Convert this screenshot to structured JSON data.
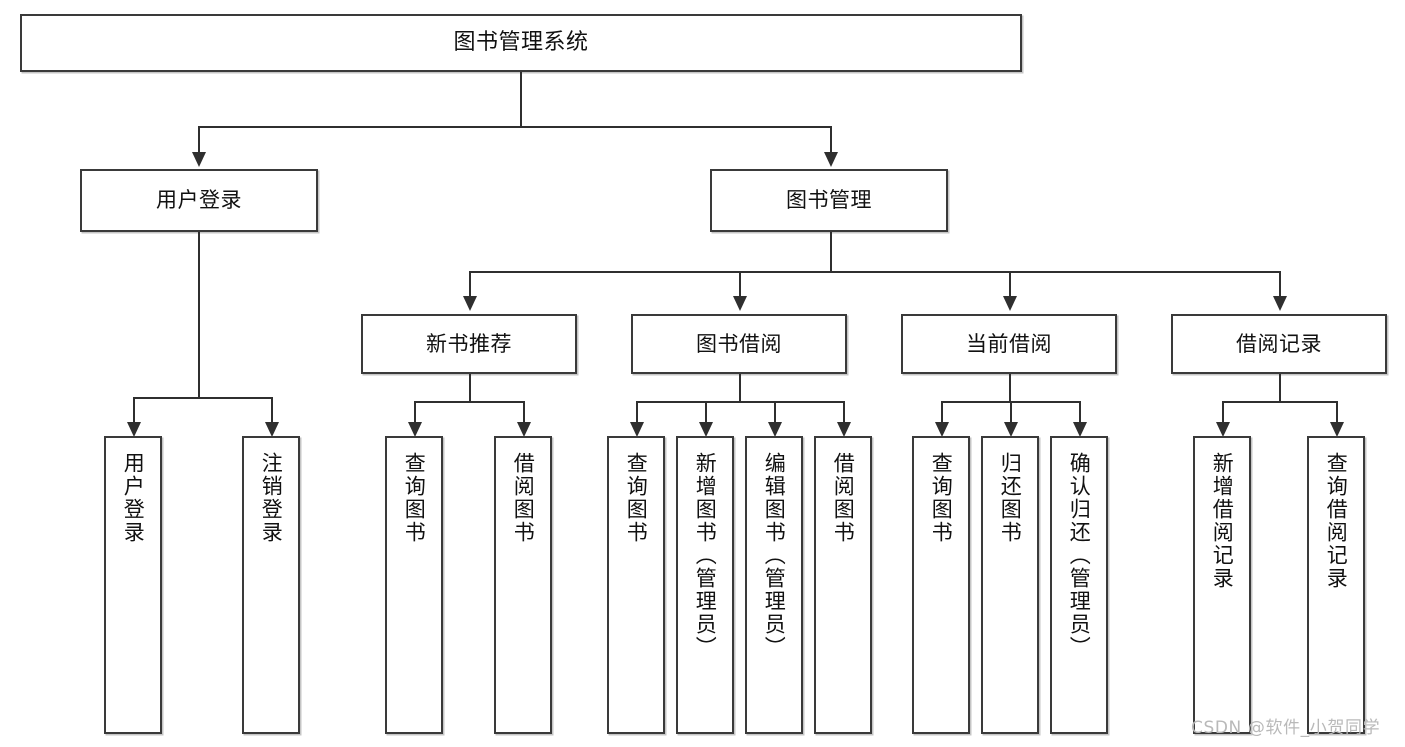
{
  "diagram": {
    "type": "tree",
    "title": "图书管理系统",
    "watermark": "CSDN @软件_小贺同学",
    "colors": {
      "box_border": "#3a3a3a",
      "connector": "#2f2f2f",
      "background": "#ffffff",
      "text": "#111111",
      "watermark": "#b9b9b9"
    },
    "root": {
      "label": "图书管理系统"
    },
    "level2": [
      {
        "label": "用户登录"
      },
      {
        "label": "图书管理"
      }
    ],
    "level3": [
      {
        "label": "新书推荐"
      },
      {
        "label": "图书借阅"
      },
      {
        "label": "当前借阅"
      },
      {
        "label": "借阅记录"
      }
    ],
    "leaves": {
      "user_login": [
        {
          "label": "用户登录"
        },
        {
          "label": "注销登录"
        }
      ],
      "new_book": [
        {
          "label": "查询图书"
        },
        {
          "label": "借阅图书"
        }
      ],
      "book_borrow": [
        {
          "label": "查询图书"
        },
        {
          "label": "新增图书（管理员）"
        },
        {
          "label": "编辑图书（管理员）"
        },
        {
          "label": "借阅图书"
        }
      ],
      "current_borrow": [
        {
          "label": "查询图书"
        },
        {
          "label": "归还图书"
        },
        {
          "label": "确认归还（管理员）"
        }
      ],
      "borrow_record": [
        {
          "label": "新增借阅记录"
        },
        {
          "label": "查询借阅记录"
        }
      ]
    }
  }
}
